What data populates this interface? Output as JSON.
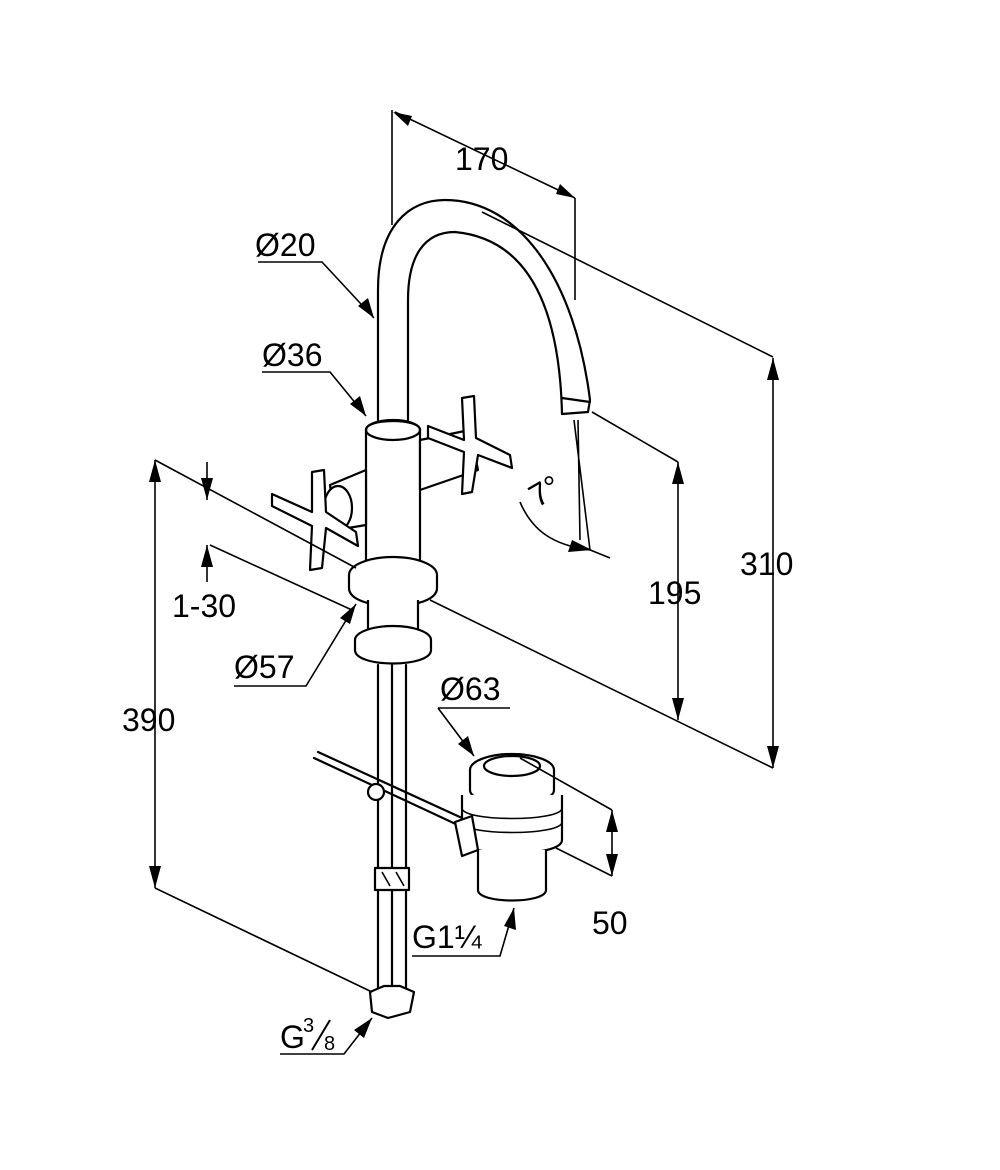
{
  "dimensions": {
    "spout_reach": "170",
    "spout_pipe_diameter": "Ø20",
    "body_diameter": "Ø36",
    "flange_diameter": "Ø57",
    "deck_thickness": "1-30",
    "overall_height": "310",
    "spout_outlet_height": "195",
    "tilt_angle": "7°",
    "total_length": "390",
    "waste_diameter": "Ø63",
    "waste_height": "50",
    "waste_thread": "G1¼",
    "supply_thread_main": "G",
    "supply_thread_num": "3",
    "supply_thread_den": "8"
  }
}
